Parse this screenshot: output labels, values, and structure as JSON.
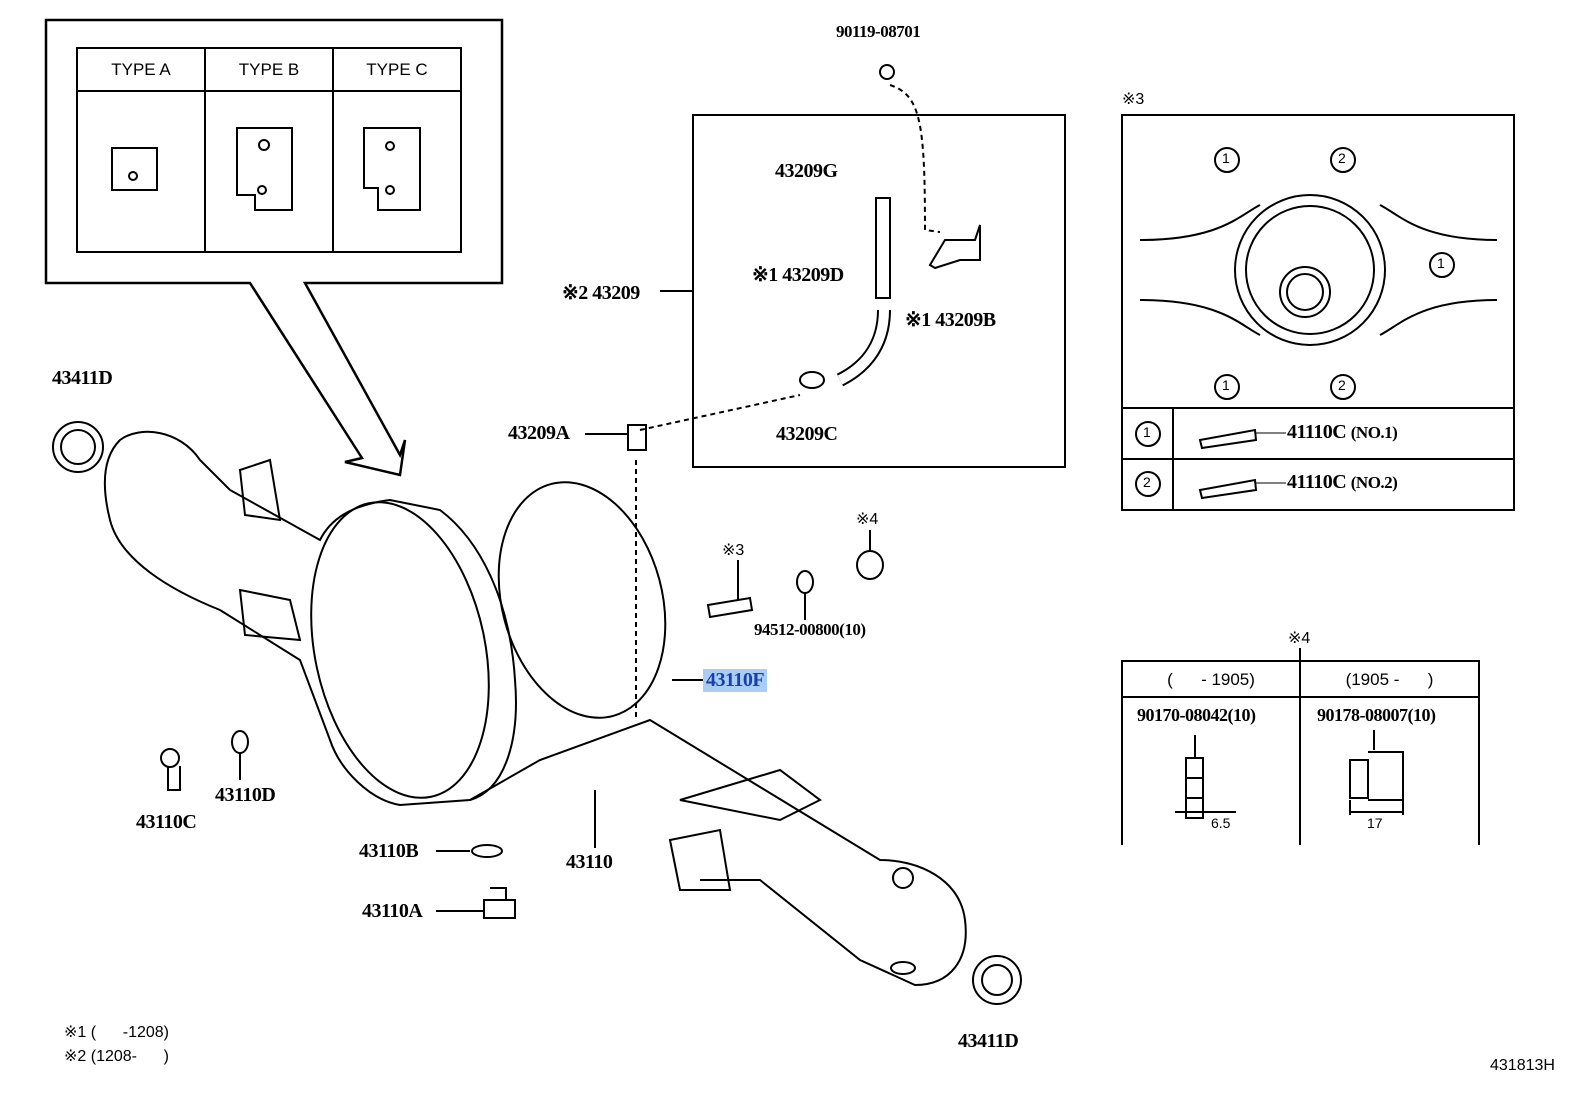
{
  "inset_types": {
    "type_a": "TYPE A",
    "type_b": "TYPE B",
    "type_c": "TYPE C"
  },
  "labels": {
    "p90119": "90119-08701",
    "p43209G": "43209G",
    "p43209D": "※1 43209D",
    "p43209B": "※1 43209B",
    "p43209": "※2 43209",
    "p43209C": "43209C",
    "p43209A": "43209A",
    "p43411D_top": "43411D",
    "p43411D_bottom": "43411D",
    "note3_stud": "※3",
    "note4_nut": "※4",
    "p94512": "94512-00800(10)",
    "p43110F": "43110F",
    "p43110C": "43110C",
    "p43110D": "43110D",
    "p43110B": "43110B",
    "p43110": "43110",
    "p43110A": "43110A"
  },
  "detail3": {
    "title": "※3",
    "circle1": "1",
    "circle2": "2",
    "rows": [
      {
        "marker": "1",
        "part": "41110C",
        "note": "(NO.1)"
      },
      {
        "marker": "2",
        "part": "41110C",
        "note": "(NO.2)"
      }
    ]
  },
  "detail4": {
    "title": "※4",
    "columns": [
      {
        "range": "(      - 1905)",
        "part": "90170-08042(10)",
        "dimension": "6.5"
      },
      {
        "range": "(1905 -      )",
        "part": "90178-08007(10)",
        "dimension": "17"
      }
    ]
  },
  "footnotes": [
    "※1 (      -1208)",
    "※2 (1208-      )"
  ],
  "diagram_id": "431813H",
  "colors": {
    "highlight": "#a9cdf5",
    "highlight_text": "#1a3fa8",
    "line": "#000000"
  }
}
